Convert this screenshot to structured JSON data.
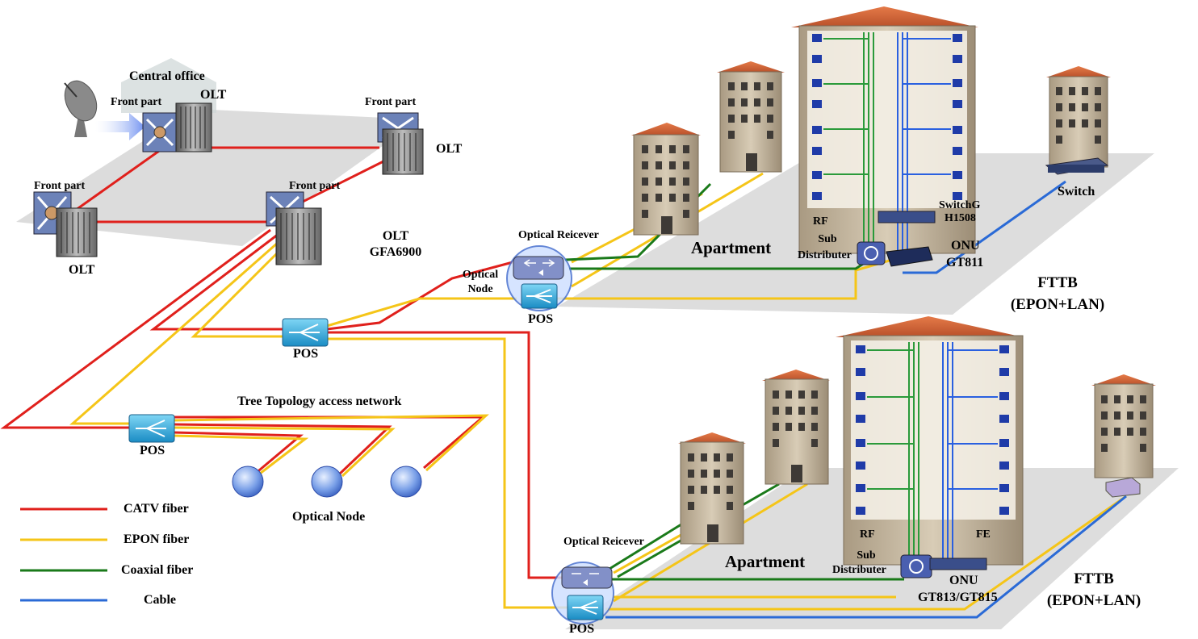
{
  "central": {
    "title": "Central office",
    "olt_main": "OLT",
    "front_part": "Front part",
    "olt_right": "OLT",
    "front_part_right": "Front part",
    "olt_left": "OLT",
    "front_part_left": "Front part",
    "front_part_center": "Front part",
    "olt_model_line1": "OLT",
    "olt_model_line2": "GFA6900"
  },
  "splitters": {
    "pos_mid": "POS",
    "pos_tree": "POS",
    "pos_top": "POS",
    "pos_bottom": "POS"
  },
  "tree": {
    "title": "Tree Topology access network",
    "optical_node": "Optical Node"
  },
  "top_section": {
    "optical_receiver": "Optical Reicever",
    "optical_node_line1": "Optical",
    "optical_node_line2": "Node",
    "apartment": "Apartment",
    "rf": "RF",
    "sub_line1": "Sub",
    "sub_line2": "Distributer",
    "switch_model_line1": "SwitchG",
    "switch_model_line2": "H1508",
    "onu_line1": "ONU",
    "onu_line2": "GT811",
    "switch": "Switch",
    "fttb_line1": "FTTB",
    "fttb_line2": "(EPON+LAN)"
  },
  "bottom_section": {
    "optical_receiver": "Optical Reicever",
    "apartment": "Apartment",
    "rf": "RF",
    "fe": "FE",
    "sub_line1": "Sub",
    "sub_line2": "Distributer",
    "onu_line1": "ONU",
    "onu_line2": "GT813/GT815",
    "fttb_line1": "FTTB",
    "fttb_line2": "(EPON+LAN)"
  },
  "legend": [
    {
      "label": "CATV fiber",
      "color": "#e0201c"
    },
    {
      "label": "EPON fiber",
      "color": "#f5c518"
    },
    {
      "label": "Coaxial fiber",
      "color": "#1a7a1a"
    },
    {
      "label": "Cable",
      "color": "#2a6ad6"
    }
  ],
  "colors": {
    "catv": "#e0201c",
    "epon": "#f5c518",
    "coax": "#1a7a1a",
    "cable": "#2a6ad6",
    "platform": "#dcdcdc",
    "splitter": "#2aa3d8",
    "building": "#c9bba3",
    "roof": "#d9683a"
  }
}
